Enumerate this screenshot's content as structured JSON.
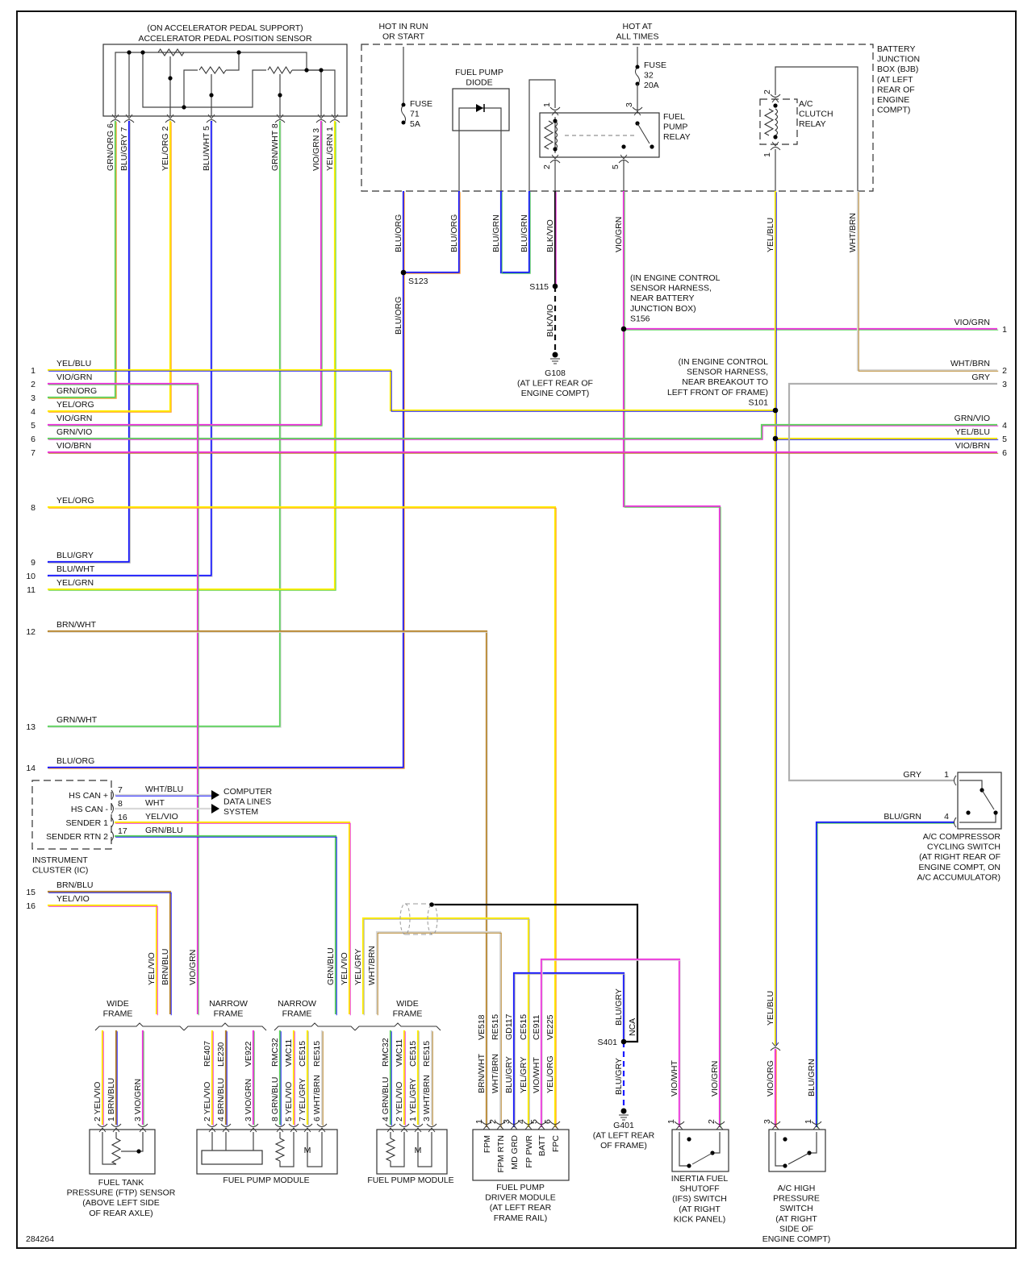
{
  "diagram_id": "284264",
  "colors": {
    "BLK": "#111111",
    "BLU": "#1a1aff",
    "BRN": "#b8862b",
    "GRN": "#5fd35f",
    "GRY": "#b0b0b0",
    "ORG": "#ff9d2e",
    "VIO": "#ee33dd",
    "WHT": "#d8d8d8",
    "YEL": "#ffee00",
    "TAN": "#d8c38a"
  },
  "components": {
    "apps": {
      "title1": "(ON ACCELERATOR PEDAL SUPPORT)",
      "title2": "ACCELERATOR PEDAL POSITION SENSOR",
      "pins": [
        {
          "pin": "6",
          "wire": "GRN/ORG"
        },
        {
          "pin": "7",
          "wire": "BLU/GRY"
        },
        {
          "pin": "2",
          "wire": "YEL/ORG"
        },
        {
          "pin": "5",
          "wire": "BLU/WHT"
        },
        {
          "pin": "8",
          "wire": "GRN/WHT"
        },
        {
          "pin": "3",
          "wire": "VIO/GRN"
        },
        {
          "pin": "1",
          "wire": "YEL/GRN"
        }
      ]
    },
    "hot_run": "HOT IN RUN|OR START",
    "hot_all": "HOT AT|ALL TIMES",
    "fuse71": [
      "FUSE",
      "71",
      "5A"
    ],
    "fuse32": [
      "FUSE",
      "32",
      "20A"
    ],
    "diode": "FUEL PUMP|DIODE",
    "fp_relay": {
      "label": "FUEL|PUMP|RELAY",
      "pins": [
        "1",
        "2",
        "3",
        "5"
      ]
    },
    "ac_relay": {
      "label": "A/C|CLUTCH|RELAY",
      "pins": [
        "2",
        "1"
      ]
    },
    "bjb": "BATTERY|JUNCTION|BOX (BJB)|(AT LEFT|REAR OF|ENGINE|COMPT)",
    "splices": {
      "s123": "S123",
      "s115": "S115",
      "s156": "S156",
      "s101": "S101",
      "s401": "S401",
      "s156_note": "(IN ENGINE CONTROL|SENSOR HARNESS,|NEAR BATTERY|JUNCTION BOX)",
      "s101_note": "(IN ENGINE CONTROL|SENSOR HARNESS,|NEAR BREAKOUT TO|LEFT FRONT OF FRAME)"
    },
    "g108": "G108|(AT LEFT REAR OF|ENGINE COMPT)",
    "g401": "G401|(AT LEFT REAR|OF FRAME)",
    "ic": {
      "label": "INSTRUMENT|CLUSTER (IC)",
      "pins": [
        {
          "name": "HS CAN +",
          "pin": "7",
          "wire": "WHT/BLU"
        },
        {
          "name": "HS CAN -",
          "pin": "8",
          "wire": "WHT"
        },
        {
          "name": "SENDER 1",
          "pin": "16",
          "wire": "YEL/VIO"
        },
        {
          "name": "SENDER RTN 2",
          "pin": "17",
          "wire": "GRN/BLU"
        }
      ],
      "data_lines": "COMPUTER|DATA LINES|SYSTEM"
    },
    "ac_cycling": {
      "label": "A/C COMPRESSOR|CYCLING SWITCH|(AT RIGHT REAR OF|ENGINE COMPT, ON|A/C ACCUMULATOR)",
      "pins": [
        {
          "pin": "1",
          "wire": "GRY"
        },
        {
          "pin": "4",
          "wire": "BLU/GRN"
        }
      ]
    },
    "ftp": {
      "label": "FUEL TANK|PRESSURE (FTP) SENSOR|(ABOVE LEFT SIDE|OF REAR AXLE)",
      "pins": [
        {
          "pin": "2",
          "wire": "YEL/VIO"
        },
        {
          "pin": "1",
          "wire": "BRN/BLU"
        },
        {
          "pin": "3",
          "wire": "VIO/GRN"
        }
      ]
    },
    "fpm_narrow": {
      "label": "FUEL PUMP MODULE",
      "pins": [
        {
          "pin": "2",
          "wire": "YEL/VIO",
          "circuit": "RE407"
        },
        {
          "pin": "4",
          "wire": "BRN/BLU",
          "circuit": "LE230"
        },
        {
          "pin": "3",
          "wire": "VIO/GRN",
          "circuit": "VE922"
        },
        {
          "pin": "8",
          "wire": "GRN/BLU",
          "circuit": "RMC32"
        },
        {
          "pin": "5",
          "wire": "YEL/VIO",
          "circuit": "VMC11"
        },
        {
          "pin": "7",
          "wire": "YEL/GRY",
          "circuit": "CE515"
        },
        {
          "pin": "6",
          "wire": "WHT/BRN",
          "circuit": "RE515"
        }
      ]
    },
    "fpm_wide": {
      "label": "FUEL PUMP MODULE",
      "pins": [
        {
          "pin": "4",
          "wire": "GRN/BLU",
          "circuit": "RMC32"
        },
        {
          "pin": "2",
          "wire": "YEL/VIO",
          "circuit": "VMC11"
        },
        {
          "pin": "1",
          "wire": "YEL/GRY",
          "circuit": "CE515"
        },
        {
          "pin": "3",
          "wire": "WHT/BRN",
          "circuit": "RE515"
        }
      ]
    },
    "fpdm": {
      "label": "FUEL PUMP|DRIVER MODULE|(AT LEFT REAR|FRAME RAIL)",
      "pins": [
        {
          "pin": "1",
          "wire": "BRN/WHT",
          "circuit": "VE518",
          "name": "FPM"
        },
        {
          "pin": "2",
          "wire": "WHT/BRN",
          "circuit": "RE515",
          "name": "FPM RTN"
        },
        {
          "pin": "3",
          "wire": "BLU/GRY",
          "circuit": "GD117",
          "name": "MD GRD"
        },
        {
          "pin": "4",
          "wire": "YEL/GRY",
          "circuit": "CE515",
          "name": "FP PWR"
        },
        {
          "pin": "5",
          "wire": "VIO/WHT",
          "circuit": "CE911",
          "name": "BATT"
        },
        {
          "pin": "6",
          "wire": "YEL/ORG",
          "circuit": "VE225",
          "name": "FPC"
        }
      ]
    },
    "ifs": {
      "label": "INERTIA FUEL|SHUTOFF|(IFS) SWITCH|(AT RIGHT|KICK PANEL)",
      "pins": [
        {
          "pin": "1",
          "wire": "VIO/WHT"
        },
        {
          "pin": "2",
          "wire": "VIO/GRN"
        }
      ]
    },
    "achp": {
      "label": "A/C HIGH|PRESSURE|SWITCH|(AT RIGHT|SIDE OF|ENGINE COMPT)",
      "pins": [
        {
          "pin": "3",
          "wire": "VIO/ORG"
        },
        {
          "pin": "1",
          "wire": "BLU/GRN"
        }
      ]
    },
    "frames": {
      "wide": "WIDE|FRAME",
      "narrow": "NARROW|FRAME"
    },
    "nca": "NCA"
  },
  "left_terminals": [
    {
      "n": "1",
      "wire": "YEL/BLU"
    },
    {
      "n": "2",
      "wire": "VIO/GRN"
    },
    {
      "n": "3",
      "wire": "GRN/ORG"
    },
    {
      "n": "4",
      "wire": "YEL/ORG"
    },
    {
      "n": "5",
      "wire": "VIO/GRN"
    },
    {
      "n": "6",
      "wire": "GRN/VIO"
    },
    {
      "n": "7",
      "wire": "VIO/BRN"
    },
    {
      "n": "8",
      "wire": "YEL/ORG"
    },
    {
      "n": "9",
      "wire": "BLU/GRY"
    },
    {
      "n": "10",
      "wire": "BLU/WHT"
    },
    {
      "n": "11",
      "wire": "YEL/GRN"
    },
    {
      "n": "12",
      "wire": "BRN/WHT"
    },
    {
      "n": "13",
      "wire": "GRN/WHT"
    },
    {
      "n": "14",
      "wire": "BLU/ORG"
    },
    {
      "n": "15",
      "wire": "BRN/BLU"
    },
    {
      "n": "16",
      "wire": "YEL/VIO"
    }
  ],
  "right_terminals": [
    {
      "n": "1",
      "wire": "VIO/GRN"
    },
    {
      "n": "2",
      "wire": "WHT/BRN"
    },
    {
      "n": "3",
      "wire": "GRY"
    },
    {
      "n": "4",
      "wire": "GRN/VIO"
    },
    {
      "n": "5",
      "wire": "YEL/BLU"
    },
    {
      "n": "6",
      "wire": "VIO/BRN"
    }
  ],
  "wire_labels": {
    "blu_org": "BLU/ORG",
    "blu_grn": "BLU/GRN",
    "blk_vio": "BLK/VIO",
    "vio_grn": "VIO/GRN",
    "yel_blu": "YEL/BLU",
    "wht_brn": "WHT/BRN",
    "blu_gry": "BLU/GRY",
    "vio_wht": "VIO/WHT",
    "vio_org": "VIO/ORG",
    "grn_blu": "GRN/BLU",
    "yel_vio": "YEL/VIO",
    "yel_gry": "YEL/GRY",
    "brn_blu": "BRN/BLU"
  }
}
